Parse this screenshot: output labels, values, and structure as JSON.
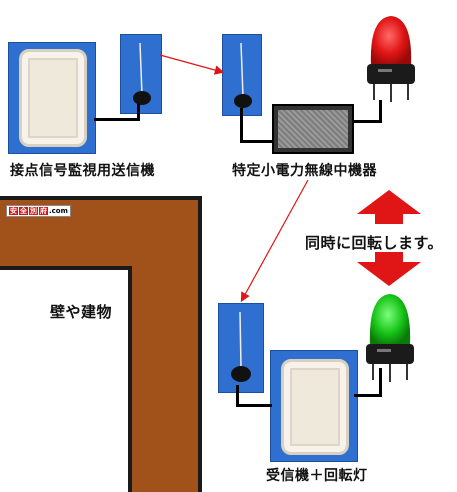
{
  "labels": {
    "transmitter": "接点信号監視用送信機",
    "repeater": "特定小電力無線中機器",
    "rotating": "同時に回転します。",
    "wall": "壁や建物",
    "receiver": "受信機＋回転灯"
  },
  "logo": {
    "mark1": "安",
    "mark2": "全",
    "mark3": "別",
    "mark4": "府",
    "suffix": ".com"
  },
  "colors": {
    "wall": "#a0521a",
    "beacon_red": "#e01515",
    "beacon_green": "#18c418",
    "arrow_red": "#e01515",
    "photo_blue": "#2f6fd0"
  }
}
